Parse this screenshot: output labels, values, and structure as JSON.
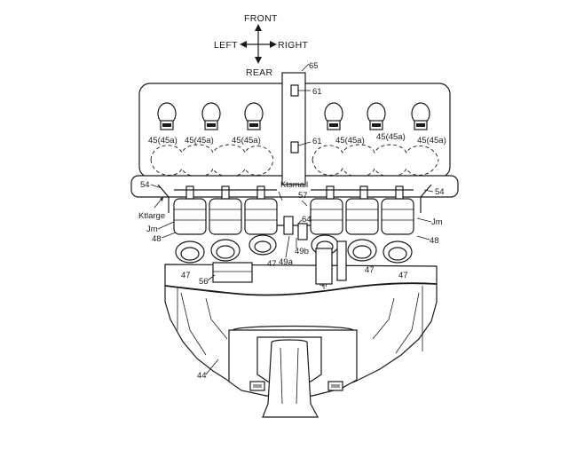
{
  "directions": {
    "front": "FRONT",
    "rear": "REAR",
    "left": "LEFT",
    "right": "RIGHT"
  },
  "labels": {
    "engine": "44",
    "plug_cap_1": "45(45a)",
    "plug_cap_2": "45(45a)",
    "plug_cap_3": "45(45a)",
    "plug_cap_4": "45(45a)",
    "plug_cap_5": "45(45a)",
    "plug_cap_6": "45(45a)",
    "throttle_body_1": "47",
    "throttle_body_2": "47",
    "throttle_body_3": "47",
    "throttle_body_4": "47",
    "throttle_body_5": "47",
    "throttle_body_6": "47",
    "funnel_left": "48",
    "funnel_right": "48",
    "link_49a": "49a",
    "link_49b": "49b",
    "bracket_left": "54",
    "bracket_right": "54",
    "unit_56": "56",
    "sensor_57": "57",
    "fitting_top": "61",
    "fitting_bottom": "61",
    "rod_64": "64",
    "shaft_65": "65",
    "jm_left": "Jm",
    "jm_right": "Jm",
    "kt_large": "Ktlarge",
    "kt_small": "Ktsmall"
  }
}
